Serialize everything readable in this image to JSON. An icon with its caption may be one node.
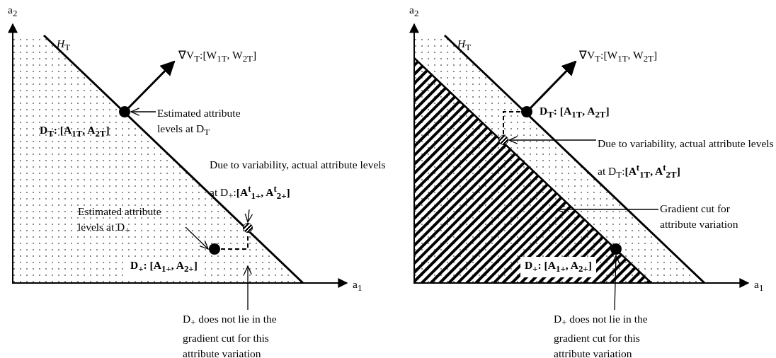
{
  "diagram": {
    "nodes": [
      {
        "text": [
          "Estimated attribute levels at D$_{T}$"
        ]
      },
      {
        "text": [],
        "shape": "circle",
        "beside": [
          "D$_{T}$: [A$_{1T}$, A$_{2T}$]"
        ]
      },
      {
        "text": [
          "Due to variability, actual attribute levels at D$_{+}$:**[A$^{t}$$_{1+}$, A$^{t}$$_{2+}$]**"
        ]
      },
      {
        "text": [],
        "shape": "circle"
      },
      {
        "text": [
          "Estimated attribute levels at D$_{+}$"
        ]
      },
      {
        "text": [],
        "shape": "circle",
        "beside": [
          "D$_{+}$: [A$_{1+}$, A$_{2+}$]"
        ]
      },
      {
        "text": [
          "D$_{+}$ does not lie in the gradient cut for this attribute variation"
        ]
      },
      {
        "text": [],
        "shape": "circle",
        "beside": [
          "D$_{T}$: [A$_{1T}$, A$_{2T}$]"
        ]
      },
      {
        "text": [
          "Due to variability, actual attribute levels at D$_{T}$:**[A$^{t}$$_{1T}$, A$^{t}$$_{2T}$]**"
        ]
      },
      {
        "text": [],
        "shape": "circle"
      },
      {
        "text": [
          "Gradient cut for attribute variation"
        ]
      },
      {
        "text": [],
        "shape": "circle",
        "beside": [
          "D$_{+}$: [A$_{1+}$, A$_{2+}$]"
        ]
      },
      {
        "text": [
          "D$_{+}$ does not lie in the gradient cut for this attribute variation"
        ]
      }
    ],
    "edges": [
      {
        "from": 0,
        "to": 1,
        "arrow": "to"
      },
      {
        "from": 2,
        "to": 3,
        "arrow": "to"
      },
      {
        "from": 4,
        "to": 5,
        "arrow": "to"
      },
      {
        "from": 5,
        "to": 3,
        "arrow": "none",
        "style": "dashed"
      },
      {
        "from": 6,
        "to": null,
        "arrow": "to"
      },
      {
        "from": 8,
        "to": 9,
        "arrow": "to"
      },
      {
        "from": 7,
        "to": 9,
        "arrow": "none",
        "style": "dashed"
      },
      {
        "from": 10,
        "to": null,
        "arrow": "to"
      },
      {
        "from": 12,
        "to": 11,
        "arrow": "to"
      }
    ],
    "labels": [
      "a$_{2}$",
      "*H*$_{T}$",
      "∇V$_{T}$:[W$_{1T}$, W$_{2T}$]",
      "a$_{1}$",
      "a$_{2}$",
      "*H*$_{T}$",
      "∇V$_{T}$:[W$_{1T}$, W$_{2T}$]",
      "a$_{1}$"
    ]
  }
}
